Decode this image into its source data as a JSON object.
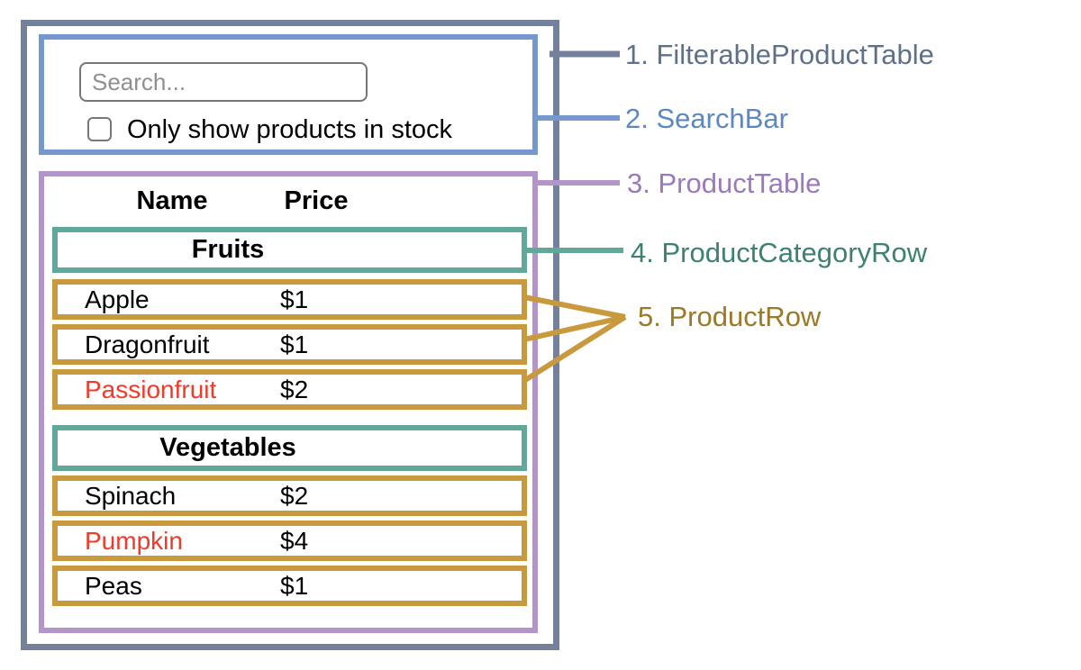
{
  "colors": {
    "outer": "#75819b",
    "searchbar": "#7599cc",
    "product_table": "#b394cb",
    "category_row": "#61a89a",
    "product_row": "#c8993d",
    "out_of_stock": "#f23a28",
    "legend_1": "#5f7189",
    "legend_2": "#5c88c1",
    "legend_3": "#9b79ba",
    "legend_4": "#3e8173",
    "legend_5": "#9c7827"
  },
  "search_bar": {
    "input_placeholder": "Search...",
    "input_value": "",
    "checkbox_checked": false,
    "checkbox_label": "Only show products in stock"
  },
  "product_table": {
    "headers": {
      "name": "Name",
      "price": "Price"
    },
    "sections": [
      {
        "category": "Fruits",
        "rows": [
          {
            "name": "Apple",
            "price": "$1",
            "in_stock": true
          },
          {
            "name": "Dragonfruit",
            "price": "$1",
            "in_stock": true
          },
          {
            "name": "Passionfruit",
            "price": "$2",
            "in_stock": false
          }
        ]
      },
      {
        "category": "Vegetables",
        "rows": [
          {
            "name": "Spinach",
            "price": "$2",
            "in_stock": true
          },
          {
            "name": "Pumpkin",
            "price": "$4",
            "in_stock": false
          },
          {
            "name": "Peas",
            "price": "$1",
            "in_stock": true
          }
        ]
      }
    ]
  },
  "legend": [
    {
      "label": "1. FilterableProductTable"
    },
    {
      "label": "2. SearchBar"
    },
    {
      "label": "3. ProductTable"
    },
    {
      "label": "4. ProductCategoryRow"
    },
    {
      "label": "5. ProductRow"
    }
  ]
}
